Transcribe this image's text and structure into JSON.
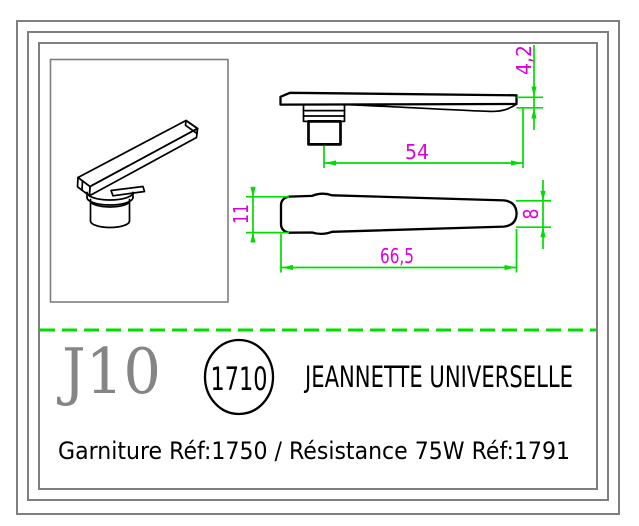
{
  "colors": {
    "dimension_line": "#00dd00",
    "dimension_text": "#dd00dd",
    "frame_gray": "#7f7f7f",
    "drawing_black": "#000000",
    "title_gray": "#858585"
  },
  "drawing": {
    "dimensions": {
      "tip_thickness": "4,2",
      "boss_to_tip_length": "54",
      "width_wide_end": "11",
      "overall_length": "66,5",
      "width_narrow_end": "8"
    }
  },
  "title_block": {
    "code": "J10",
    "ref_circle": "1710",
    "product_name": "JEANNETTE UNIVERSELLE",
    "note": "Garniture Réf:1750  /  Résistance 75W Réf:1791"
  }
}
